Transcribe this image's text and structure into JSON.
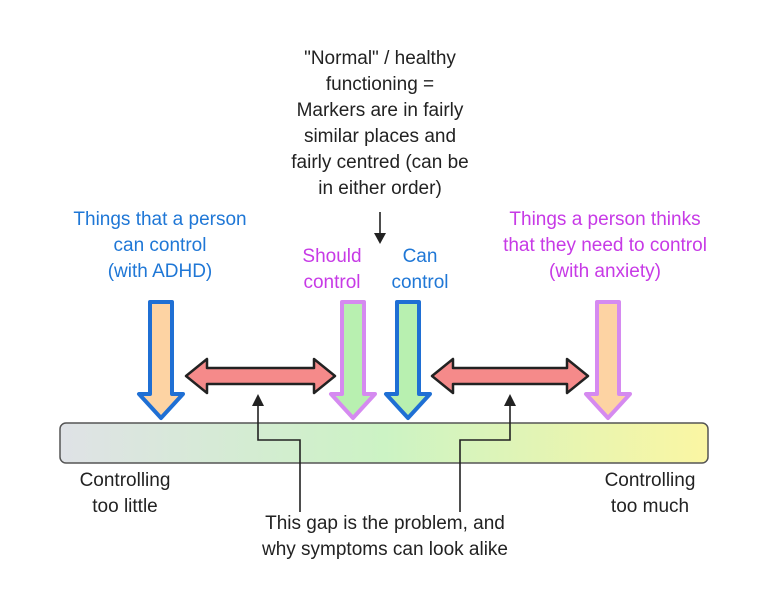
{
  "top_note": {
    "lines": [
      "\"Normal\" / healthy",
      "functioning =",
      "Markers are in fairly",
      "similar places and",
      "fairly centred (can be",
      "in either order)"
    ],
    "color": "#222222"
  },
  "markers": {
    "adhd": {
      "lines": [
        "Things that a person",
        "can control",
        "(with ADHD)"
      ],
      "color": "#1f77d6",
      "arrow_fill": "#fdd3a3",
      "arrow_stroke": "#1f6fd4"
    },
    "should_control": {
      "lines": [
        "Should",
        "control"
      ],
      "color": "#c73ae6",
      "arrow_fill": "#b8f0b0",
      "arrow_stroke": "#d58af0"
    },
    "can_control": {
      "lines": [
        "Can",
        "control"
      ],
      "color": "#1f77d6",
      "arrow_fill": "#b8f0b0",
      "arrow_stroke": "#1f6fd4"
    },
    "anxiety": {
      "lines": [
        "Things a person thinks",
        "that they need to control",
        "(with anxiety)"
      ],
      "color": "#c73ae6",
      "arrow_fill": "#fdd3a3",
      "arrow_stroke": "#d58af0"
    }
  },
  "gap_arrows": {
    "fill": "#f58a8a",
    "stroke": "#222222"
  },
  "scale": {
    "gradient_colors": [
      "#dfe2e6",
      "#ccf3c4",
      "#fbf6a3"
    ],
    "left_label": [
      "Controlling",
      "too little"
    ],
    "right_label": [
      "Controlling",
      "too much"
    ]
  },
  "bottom_note": {
    "lines": [
      "This gap is the problem, and",
      "why symptoms can look alike"
    ]
  }
}
